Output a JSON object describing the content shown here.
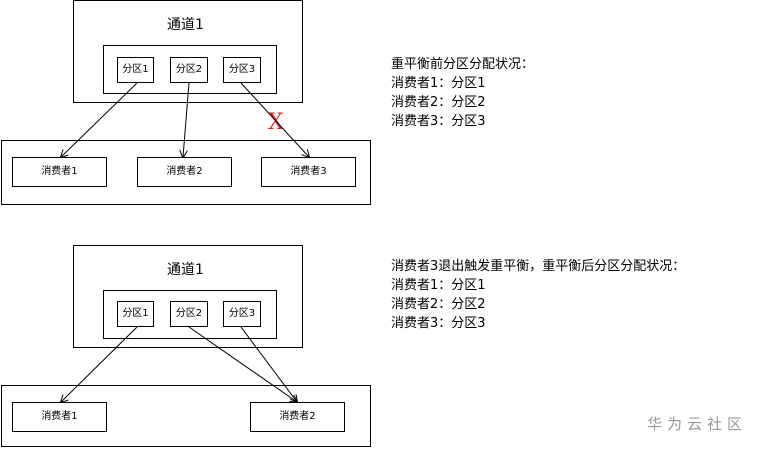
{
  "top": {
    "channel_title": "通道1",
    "partitions": [
      "分区1",
      "分区2",
      "分区3"
    ],
    "consumers": [
      "消费者1",
      "消费者2",
      "消费者3"
    ],
    "cross_mark": "X",
    "note": {
      "heading": "重平衡前分区分配状况：",
      "lines": [
        "消费者1：分区1",
        "消费者2：分区2",
        "消费者3：分区3"
      ]
    }
  },
  "bottom": {
    "channel_title": "通道1",
    "partitions": [
      "分区1",
      "分区2",
      "分区3"
    ],
    "consumers": [
      "消费者1",
      "消费者2"
    ],
    "note": {
      "heading": "消费者3退出触发重平衡，重平衡后分区分配状况：",
      "lines": [
        "消费者1：分区1",
        "消费者2：分区2",
        "消费者3：分区3"
      ]
    }
  },
  "watermark": "华为云社区",
  "colors": {
    "line": "#000000",
    "cross": "#e02020",
    "watermark": "#9a9a9a"
  }
}
